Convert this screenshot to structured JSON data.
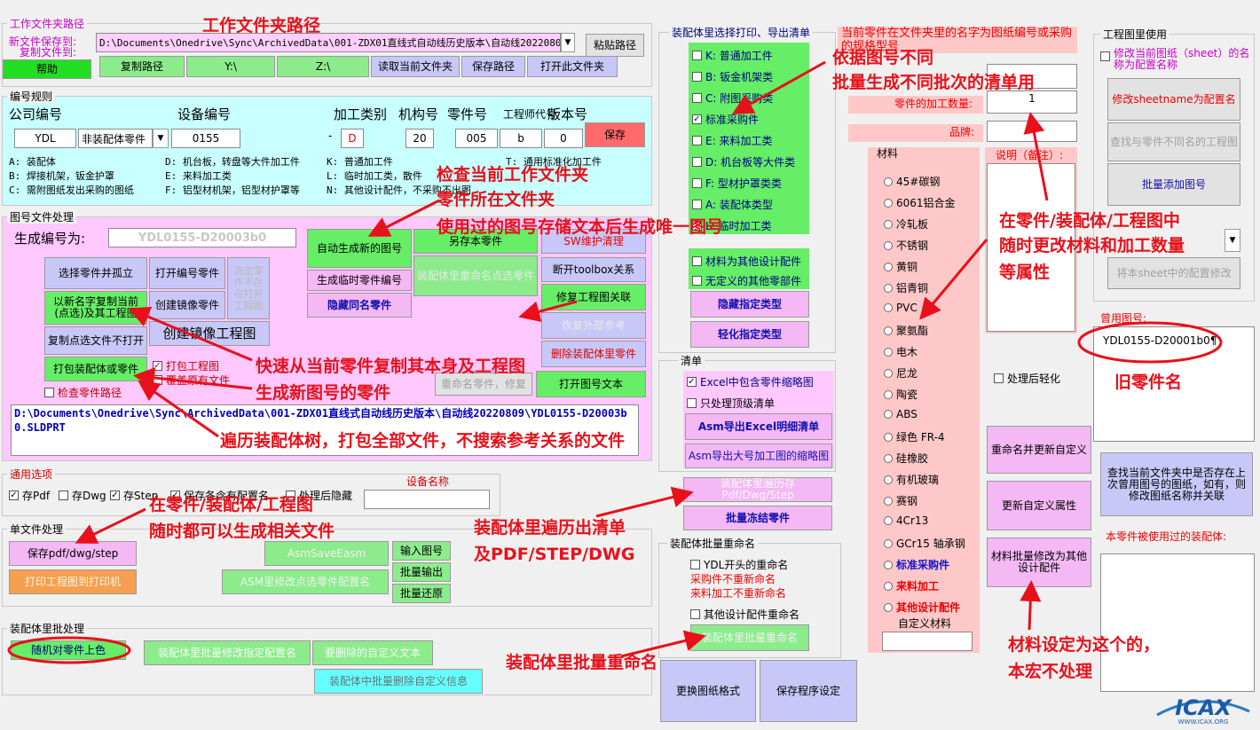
{
  "work_folder": {
    "title": "工作文件夹路径",
    "save_to": "新文件保存到:",
    "copy_to": "复制文件到:",
    "path": "D:\\Documents\\Onedrive\\Sync\\ArchivedData\\001-ZDX01直线式自动线历史版本\\自动线20220809\\",
    "paste_btn": "粘贴路径",
    "help_btn": "帮助",
    "copy_path_btn": "复制路径",
    "y_btn": "Y:\\",
    "z_btn": "Z:\\",
    "read_btn": "读取当前文件夹",
    "save_path_btn": "保存路径",
    "open_btn": "打开此文件夹"
  },
  "numbering": {
    "title": "编号规则",
    "company_label": "公司编号",
    "device_label": "设备编号",
    "type_label": "加工类别",
    "mech_label": "机构号",
    "part_label": "零件号",
    "eng_label": "工程师代号",
    "ver_label": "版本号",
    "company": "YDL",
    "kind": "非装配体零件",
    "device": "0155",
    "dash": "-",
    "type_val": "D",
    "mech": "20",
    "part": "005",
    "eng": "b",
    "ver": "0",
    "save_btn": "保存",
    "legend": [
      "A: 装配体",
      "D: 机台板，转盘等大件加工件",
      "K: 普通加工件",
      "T: 通用标准化加工件",
      "B: 焊接机架，钣金护罩",
      "E: 来料加工类",
      "L: 临时加工类，散件",
      "C: 需附图纸发出采购的图纸",
      "F: 铝型材机架，铝型材护罩等",
      "N: 其他设计配件，不采购不出图"
    ]
  },
  "drawing": {
    "title": "图号文件处理",
    "gen_label": "生成编号为:",
    "gen_value": "YDL0155-D20003b0",
    "buttons": [
      "选择零件并孤立",
      "打开编号零件",
      "选定零件不存在打开工程图",
      "以新名字复制当前(点选)及其工程图",
      "创建镜像零件",
      "创建镜像工程图",
      "复制点选文件不打开",
      "打包装配体或零件",
      "自动生成新的图号",
      "另存本零件",
      "SW维护清理",
      "生成临时零件编号",
      "装配体里重命名点选零件",
      "断开toolbox关系",
      "隐藏同名零件",
      "修复工程图关联",
      "恢复外部参考",
      "删除装配体里零件",
      "重命名零件，修复",
      "打开图号文本"
    ],
    "pack_drawing": "打包工程图",
    "overwrite": "覆盖原有文件",
    "check_path": "检查零件路径",
    "path_text": "D:\\Documents\\Onedrive\\Sync\\ArchivedData\\001-ZDX01直线式自动线历史版本\\自动线20220809\\YDL0155-D20003b0.SLDPRT"
  },
  "general": {
    "title": "通用选项",
    "pdf": "存Pdf",
    "dwg": "存Dwg",
    "step": "存Step",
    "allcfg": "保存各含有配置名",
    "hide": "处理后隐藏",
    "device_name": "设备名称"
  },
  "single": {
    "title": "单文件处理",
    "save_btn": "保存pdf/dwg/step",
    "print_btn": "打印工程图到打印机",
    "asm_save": "AsmSaveEasm",
    "asm_modify": "ASM里修改点选零件配置名",
    "input_no": "输入图号",
    "batch_out": "批量输出",
    "batch_restore": "批量还原"
  },
  "batch": {
    "title": "装配体里批处理",
    "color_btn": "随机对零件上色",
    "cfg_btn": "装配体里批量修改指定配置名",
    "del_custom": "要删除的自定义文本",
    "del_info": "装配体中批量删除自定义信息"
  },
  "print_list": {
    "title": "装配体里选择打印、导出清单",
    "items": [
      "K: 普通加工件",
      "B: 钣金机架类",
      "C: 附图采购类",
      "标准采购件",
      "E: 来料加工类",
      "D: 机台板等大件类",
      "F: 型材护罩类类",
      "A: 装配体类型",
      "L: 临时加工类"
    ],
    "other_parts": "材料为其他设计配件",
    "undefined": "无定义的其他零部件",
    "hide_btn": "隐藏指定类型",
    "light_btn": "轻化指定类型"
  },
  "clear": {
    "title": "清单",
    "excel_thumb": "Excel中包含零件缩略图",
    "top_only": "只处理顶级清单",
    "export_excel": "Asm导出Excel明细清单",
    "export_big": "Asm导出大号加工图的缩略图"
  },
  "traverse": {
    "btn": "装配体里遍历存Pdf/Dwg/Step",
    "freeze_btn": "批量冻结零件"
  },
  "rename": {
    "title": "装配体批量重命名",
    "ydl": "YDL开头的重命名",
    "note1": "采购件不重新命名",
    "note2": "来料加工不重新命名",
    "other": "其他设计配件重命名",
    "btn": "装配体里批量重命名"
  },
  "bottom": {
    "format_btn": "更换图纸格式",
    "save_settings": "保存程序设定"
  },
  "props": {
    "header": "当前零件在文件夹里的名字为图纸编号或采购的规格型号",
    "qty_label": "零件的加工数量:",
    "qty": "1",
    "brand_label": "品牌:",
    "note_label": "说明（备注）:"
  },
  "material": {
    "title": "材料",
    "items": [
      "45#碳钢",
      "6061铝合金",
      "冷轧板",
      "不锈钢",
      "黄铜",
      "铝青铜",
      "PVC",
      "聚氨酯",
      "电木",
      "尼龙",
      "陶瓷",
      "ABS",
      "绿色 FR-4",
      "硅橡胶",
      "有机玻璃",
      "赛钢",
      "4Cr13",
      "GCr15 轴承钢"
    ],
    "special": [
      "标准采购件",
      "来料加工",
      "其他设计配件"
    ],
    "custom_label": "自定义材料"
  },
  "drawing_use": {
    "title": "工程图里使用",
    "cfg_check": "修改当前图纸（sheet）的名称为配置名称",
    "rename_sheet": "修改sheetname为配置名",
    "find_diff": "查找与零件不同名的工程图",
    "batch_add": "批量添加图号",
    "modify_cfg": "将本sheet中的配置修改"
  },
  "used": {
    "label": "曾用图号:",
    "value": "YDL0155-D20001b0¶",
    "light_after": "处理后轻化",
    "rename_update": "重命名并更新自定义",
    "update_custom": "更新自定义属性",
    "mat_batch": "材料批量修改为其他设计配件",
    "find_used": "查找当前文件夹中是否存在上次曾用图号的图纸，如有，则修改图纸名称并关联",
    "used_by": "本零件被使用过的装配体:"
  },
  "annotations": {
    "a1": "工作文件夹路径",
    "a2": "依据图号不同",
    "a3": "批量生成不同批次的清单用",
    "a4": "检查当前工作文件夹",
    "a5": "零件所在文件夹",
    "a6": "使用过的图号存储文本后生成唯一图号",
    "a7": "在零件/装配体/工程图中",
    "a8": "随时更改材料和加工数量",
    "a9": "等属性",
    "a10": "快速从当前零件复制其本身及工程图",
    "a11": "生成新图号的零件",
    "a12": "遍历装配体树，打包全部文件，不搜索参考关系的文件",
    "a13": "在零件/装配体/工程图",
    "a14": "随时都可以生成相关文件",
    "a15": "装配体里遍历出清单",
    "a16": "及PDF/STEP/DWG",
    "a17": "装配体里批量重命名",
    "a18": "旧零件名",
    "a19": "材料设定为这个的，",
    "a20": "本宏不处理"
  },
  "logo": "ICAX",
  "logo_sub": "WWW.ICAX.ORG",
  "colors": {
    "annotation": "#e8101a",
    "green": "#66ee66",
    "pink": "#f4b8f4",
    "cyan": "#66ffff"
  }
}
